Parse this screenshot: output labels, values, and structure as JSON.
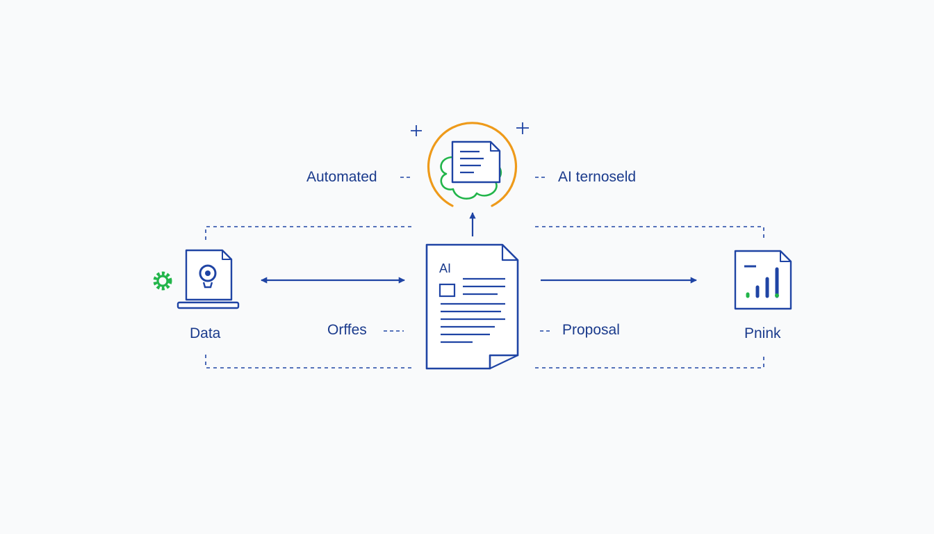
{
  "colors": {
    "primary": "#1f44a4",
    "text": "#1a3a8c",
    "accent_green": "#22b54a",
    "accent_orange": "#ee9a1a",
    "background": "#f9fafb"
  },
  "labels": {
    "top_left": "Automated",
    "top_right": "AI ternoseld",
    "left_node": "Data",
    "center_left": "Orffes",
    "center_right": "Proposal",
    "right_node": "Pnink",
    "document_tag": "AI"
  },
  "icons": {
    "top_node": "ai-brain-document-icon",
    "left_node": "laptop-lightbulb-icon",
    "center_node": "proposal-document-icon",
    "right_node": "chart-document-icon",
    "gear": "gear-icon",
    "sparkles": "plus-icon"
  }
}
